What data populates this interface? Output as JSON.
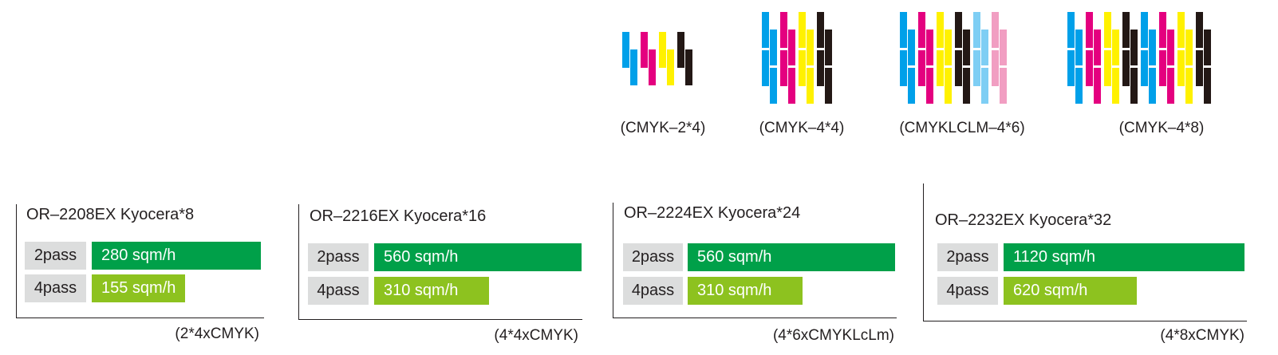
{
  "colors": {
    "two_pass": "#00a049",
    "four_pass": "#8dc21f",
    "pass_label_bg": "#dcdddd",
    "ink": {
      "C": "#00a0e9",
      "M": "#e4007f",
      "Y": "#fff100",
      "K": "#231815",
      "LC": "#7ecef4",
      "LM": "#f19ec2"
    }
  },
  "head_layouts": [
    {
      "label": "(CMYK–2*4)",
      "groups": [
        "C",
        "M",
        "Y",
        "K"
      ],
      "rows": 1
    },
    {
      "label": "(CMYK–4*4)",
      "groups": [
        "C",
        "M",
        "Y",
        "K"
      ],
      "rows": 2
    },
    {
      "label": "(CMYKLCLM–4*6)",
      "groups": [
        "C",
        "M",
        "Y",
        "K",
        "LC",
        "LM"
      ],
      "rows": 2
    },
    {
      "label": "(CMYK–4*8)",
      "groups": [
        "C",
        "M",
        "Y",
        "K",
        "C",
        "M",
        "Y",
        "K"
      ],
      "rows": 2
    }
  ],
  "chart_data": [
    {
      "type": "bar",
      "title": "OR–2208EX Kyocera*8",
      "categories": [
        "2pass",
        "4pass"
      ],
      "values": [
        280,
        155
      ],
      "value_labels": [
        "280 sqm/h",
        "155 sqm/h"
      ],
      "xlim": [
        0,
        280
      ],
      "config": "(2*4xCMYK)"
    },
    {
      "type": "bar",
      "title": "OR–2216EX  Kyocera*16",
      "categories": [
        "2pass",
        "4pass"
      ],
      "values": [
        560,
        310
      ],
      "value_labels": [
        "560 sqm/h",
        "310 sqm/h"
      ],
      "xlim": [
        0,
        560
      ],
      "config": "(4*4xCMYK)"
    },
    {
      "type": "bar",
      "title": "OR–2224EX  Kyocera*24",
      "categories": [
        "2pass",
        "4pass"
      ],
      "values": [
        560,
        310
      ],
      "value_labels": [
        "560 sqm/h",
        "310 sqm/h"
      ],
      "xlim": [
        0,
        560
      ],
      "config": "(4*6xCMYKLcLm)"
    },
    {
      "type": "bar",
      "title": "OR–2232EX  Kyocera*32",
      "categories": [
        "2pass",
        "4pass"
      ],
      "values": [
        1120,
        620
      ],
      "value_labels": [
        "1120 sqm/h",
        "620 sqm/h"
      ],
      "xlim": [
        0,
        1120
      ],
      "config": "(4*8xCMYK)"
    }
  ]
}
